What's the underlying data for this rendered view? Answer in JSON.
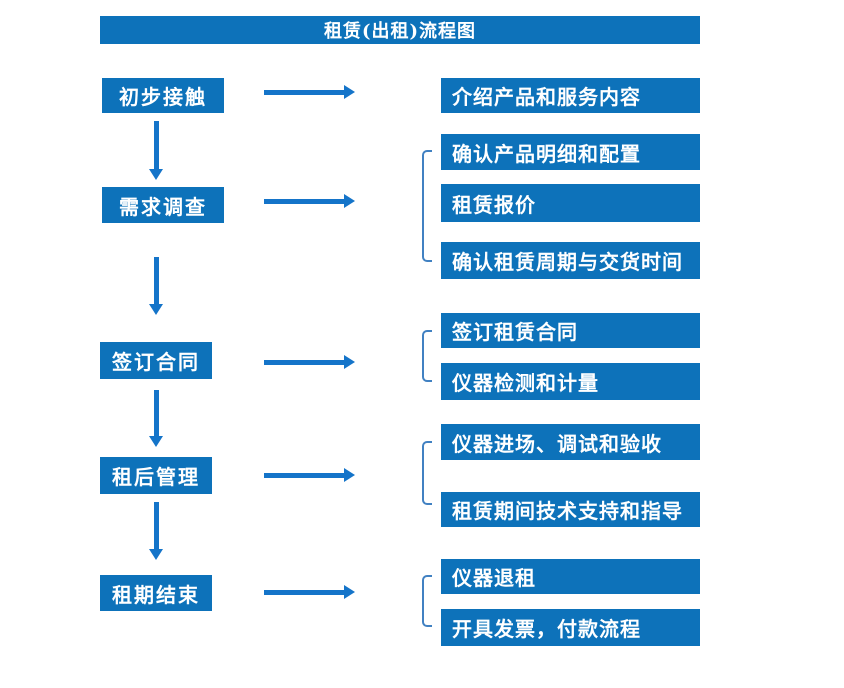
{
  "title": "租赁(出租)流程图",
  "colors": {
    "box_blue": "#0d72ba",
    "arrow_blue": "#1474c9",
    "bracket_blue": "#4181c2",
    "text_white": "#ffffff",
    "background": "#ffffff"
  },
  "steps": [
    {
      "label": "初步接触",
      "outputs": [
        "介绍产品和服务内容"
      ]
    },
    {
      "label": "需求调查",
      "outputs": [
        "确认产品明细和配置",
        "租赁报价",
        "确认租赁周期与交货时间"
      ]
    },
    {
      "label": "签订合同",
      "outputs": [
        "签订租赁合同",
        "仪器检测和计量"
      ]
    },
    {
      "label": "租后管理",
      "outputs": [
        "仪器进场、调试和验收",
        "租赁期间技术支持和指导"
      ]
    },
    {
      "label": "租期结束",
      "outputs": [
        "仪器退租",
        "开具发票，付款流程"
      ]
    }
  ]
}
